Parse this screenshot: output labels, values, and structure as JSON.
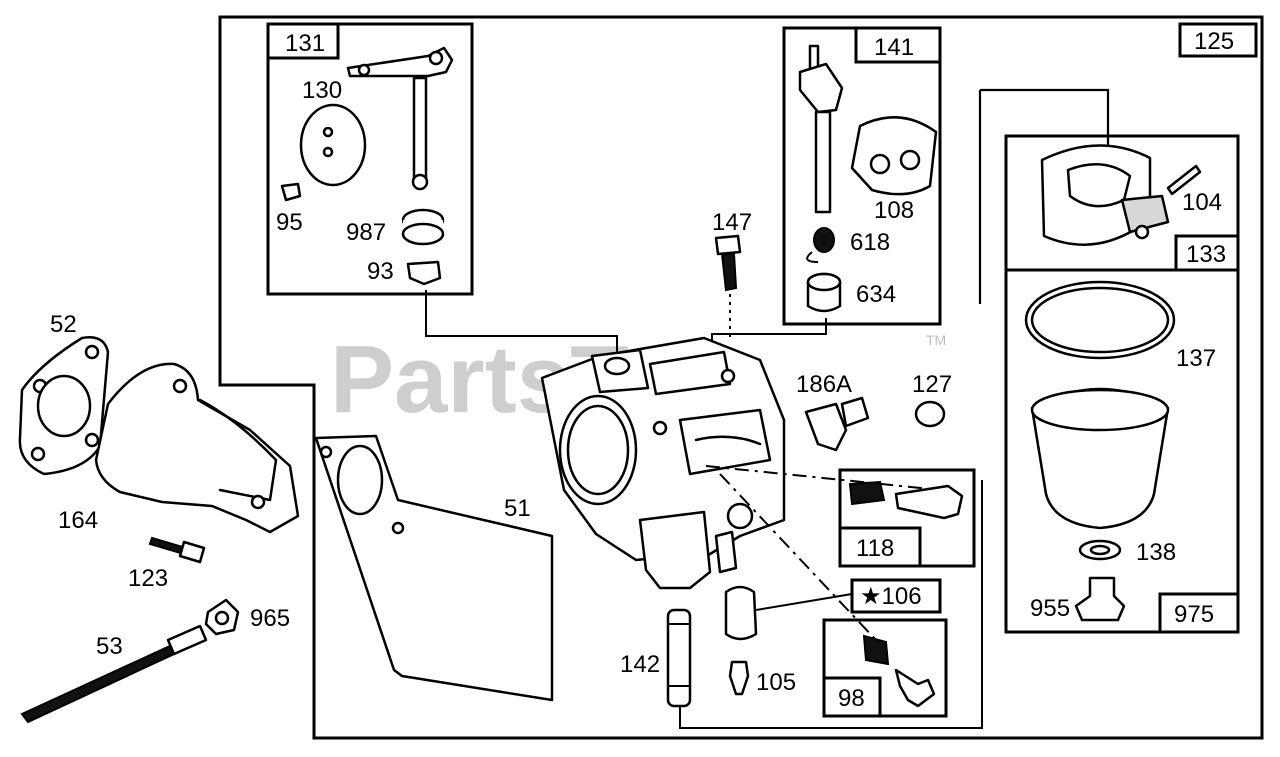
{
  "watermark": {
    "text": "PartsTree",
    "trademark": "TM"
  },
  "callouts": {
    "c125": "125",
    "c131": "131",
    "c130": "130",
    "c95": "95",
    "c987": "987",
    "c93": "93",
    "c141": "141",
    "c108": "108",
    "c618": "618",
    "c634": "634",
    "c147": "147",
    "c104": "104",
    "c133": "133",
    "c137": "137",
    "c138": "138",
    "c955": "955",
    "c975": "975",
    "c52": "52",
    "c164": "164",
    "c123": "123",
    "c53": "53",
    "c965": "965",
    "c51": "51",
    "c186a": "186A",
    "c127": "127",
    "c118": "118",
    "c106": "★106",
    "c142": "142",
    "c105": "105",
    "c98": "98"
  }
}
